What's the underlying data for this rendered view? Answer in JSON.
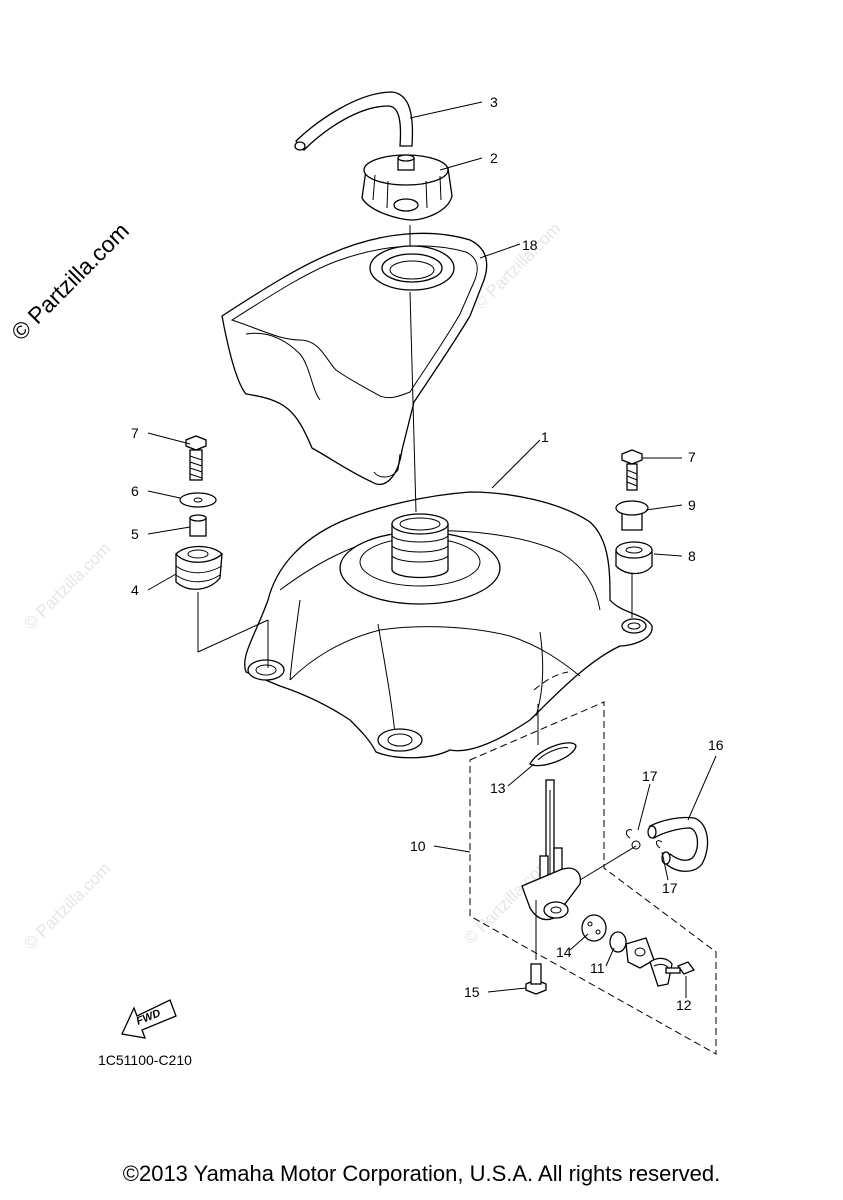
{
  "watermark": "© Partzilla.com",
  "diagram_code": "1C51100-C210",
  "fwd_label": "FWD",
  "copyright": "©2013 Yamaha Motor Corporation, U.S.A. All rights reserved.",
  "callouts": {
    "c1": "1",
    "c2": "2",
    "c3": "3",
    "c4": "4",
    "c5": "5",
    "c6": "6",
    "c7a": "7",
    "c7b": "7",
    "c8": "8",
    "c9": "9",
    "c10": "10",
    "c11": "11",
    "c12": "12",
    "c13": "13",
    "c14": "14",
    "c15": "15",
    "c16": "16",
    "c17a": "17",
    "c17b": "17",
    "c18": "18"
  }
}
